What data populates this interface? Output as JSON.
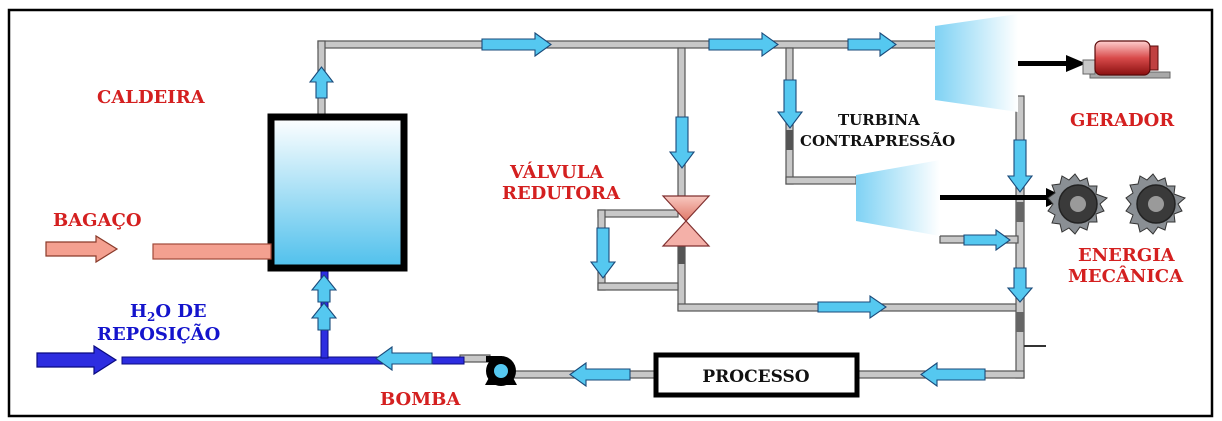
{
  "labels": {
    "caldeira": "CALDEIRA",
    "bagaco": "BAGAÇO",
    "h2o_main": "H",
    "h2o_sub": "2",
    "h2o_rest": "O DE",
    "reposicao": "REPOSIÇÃO",
    "bomba": "BOMBA",
    "valvula": "VÁLVULA",
    "redutora": "REDUTORA",
    "turbina": "TURBINA",
    "contrapressao": "CONTRAPRESSÃO",
    "gerador": "GERADOR",
    "energia": "ENERGIA",
    "mecanica": "MECÂNICA",
    "processo": "PROCESSO"
  },
  "colors": {
    "label_red": "#d42020",
    "label_blue": "#1414cc",
    "flow_arrow": "#55c8f0",
    "input_arrow_bagaco": "#f4a090",
    "input_arrow_water": "#2d2de0",
    "valve": "#f4b0a8"
  },
  "icons": {
    "pump": "pump-icon",
    "generator": "generator-icon",
    "gears": "gear-icon",
    "valve": "valve-icon",
    "turbine": "turbine-icon"
  }
}
